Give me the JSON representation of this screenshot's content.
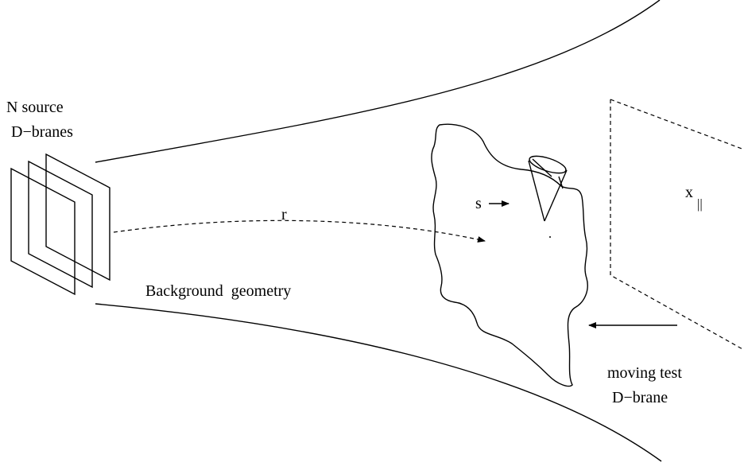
{
  "labels": {
    "source_line1": "N source",
    "source_line2": "D−branes",
    "distance": "r",
    "string": "s",
    "parallel_x": "x",
    "parallel_sub": "||",
    "background": "Background  geometry",
    "test_line1": "moving test",
    "test_line2": "D−brane"
  }
}
